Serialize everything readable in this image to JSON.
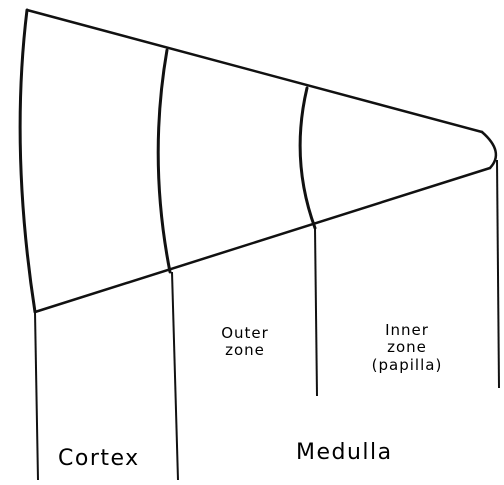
{
  "colors": {
    "line": "#111111",
    "text": "#111111",
    "background": "#ffffff"
  },
  "labels": {
    "outer_zone": [
      "Outer",
      "zone"
    ],
    "inner_zone": [
      "Inner",
      "zone",
      "(papilla)"
    ],
    "cortex": "Cortex",
    "medulla": "Medulla"
  }
}
